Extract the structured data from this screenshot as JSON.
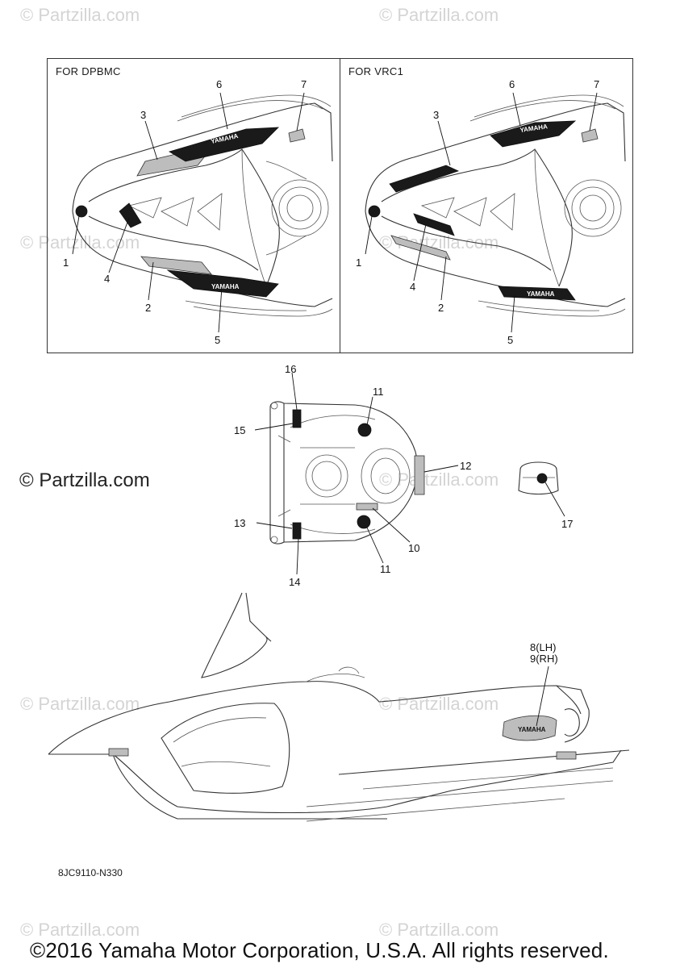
{
  "watermarks": {
    "text": "© Partzilla.com",
    "main_text": "© Partzilla.com"
  },
  "panels": [
    {
      "title": "FOR DPBMC",
      "callouts": [
        "1",
        "2",
        "3",
        "4",
        "5",
        "6",
        "7"
      ],
      "decal_text": "YAMAHA",
      "decal_text_2": "YAMAHA"
    },
    {
      "title": "FOR VRC1",
      "callouts": [
        "1",
        "2",
        "3",
        "4",
        "5",
        "6",
        "7"
      ],
      "decal_text": "YAMAHA",
      "decal_text_2": "YAMAHA"
    }
  ],
  "top_view": {
    "callouts": {
      "c16": "16",
      "c15": "15",
      "c11a": "11",
      "c12": "12",
      "c17": "17",
      "c13": "13",
      "c10": "10",
      "c11b": "11",
      "c14": "14"
    }
  },
  "side_view": {
    "label_lh": "8(LH)",
    "label_rh": "9(RH)",
    "decal_text": "YAMAHA"
  },
  "part_number": "8JC9110-N330",
  "copyright": "©2016 Yamaha Motor Corporation, U.S.A. All rights reserved."
}
